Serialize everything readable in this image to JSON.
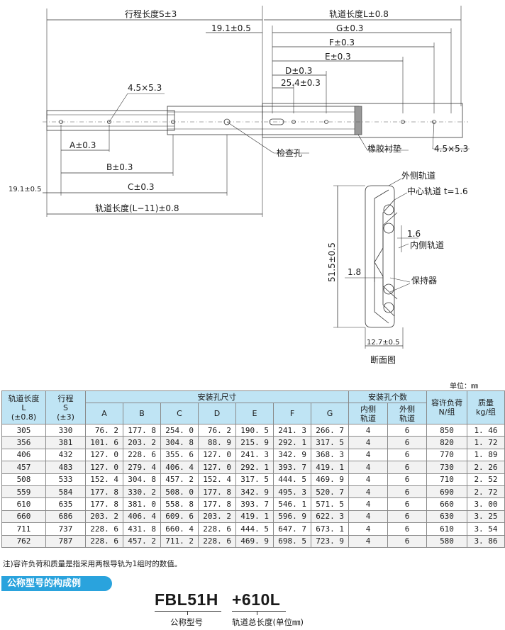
{
  "drawing": {
    "stroke_label": "行程长度S±3",
    "rail_length_label": "轨道长度L±0.8",
    "dim_19_1_top": "19.1±0.5",
    "dim_G": "G±0.3",
    "dim_F": "F±0.3",
    "dim_E": "E±0.3",
    "dim_D": "D±0.3",
    "dim_25_4": "25.4±0.3",
    "hole_label_left": "4.5×5.3",
    "hole_label_right": "4.5×5.3",
    "inspection_hole": "检查孔",
    "rubber_pad": "橡胶衬垫",
    "dim_A": "A±0.3",
    "dim_B": "B±0.3",
    "dim_19_1_left": "19.1±0.5",
    "dim_C": "C±0.3",
    "rail_length_minus": "轨道长度(L−11)±0.8",
    "outer_rail": "外侧轨道",
    "center_rail": "中心轨道  t=1.6",
    "dim_1_6": "1.6",
    "inner_rail": "内侧轨道",
    "dim_1_8": "1.8",
    "retainer": "保持器",
    "dim_51_5": "51.5±0.5",
    "dim_12_7": "12.7±0.5",
    "section_caption": "断面图"
  },
  "unit": "单位：㎜",
  "table": {
    "h_length": "轨道长度",
    "h_length_L": "L",
    "h_length_tol": "(±0.8)",
    "h_stroke": "行程",
    "h_stroke_S": "S",
    "h_stroke_tol": "(±3)",
    "h_holes": "安装孔尺寸",
    "h_count": "安装孔个数",
    "h_load": "容许负荷",
    "h_load_unit": "N/组",
    "h_mass": "质量",
    "h_mass_unit": "kg/组",
    "h_A": "A",
    "h_B": "B",
    "h_C": "C",
    "h_D": "D",
    "h_E": "E",
    "h_F": "F",
    "h_G": "G",
    "h_inner_1": "内侧",
    "h_inner_2": "轨道",
    "h_outer_1": "外侧",
    "h_outer_2": "轨道",
    "rows": [
      [
        "305",
        "330",
        "76. 2",
        "177. 8",
        "254. 0",
        "76. 2",
        "190. 5",
        "241. 3",
        "266. 7",
        "4",
        "6",
        "850",
        "1. 46"
      ],
      [
        "356",
        "381",
        "101. 6",
        "203. 2",
        "304. 8",
        "88. 9",
        "215. 9",
        "292. 1",
        "317. 5",
        "4",
        "6",
        "820",
        "1. 72"
      ],
      [
        "406",
        "432",
        "127. 0",
        "228. 6",
        "355. 6",
        "127. 0",
        "241. 3",
        "342. 9",
        "368. 3",
        "4",
        "6",
        "770",
        "1. 89"
      ],
      [
        "457",
        "483",
        "127. 0",
        "279. 4",
        "406. 4",
        "127. 0",
        "292. 1",
        "393. 7",
        "419. 1",
        "4",
        "6",
        "730",
        "2. 26"
      ],
      [
        "508",
        "533",
        "152. 4",
        "304. 8",
        "457. 2",
        "152. 4",
        "317. 5",
        "444. 5",
        "469. 9",
        "4",
        "6",
        "710",
        "2. 52"
      ],
      [
        "559",
        "584",
        "177. 8",
        "330. 2",
        "508. 0",
        "177. 8",
        "342. 9",
        "495. 3",
        "520. 7",
        "4",
        "6",
        "690",
        "2. 72"
      ],
      [
        "610",
        "635",
        "177. 8",
        "381. 0",
        "558. 8",
        "177. 8",
        "393. 7",
        "546. 1",
        "571. 5",
        "4",
        "6",
        "660",
        "3. 00"
      ],
      [
        "660",
        "686",
        "203. 2",
        "406. 4",
        "609. 6",
        "203. 2",
        "419. 1",
        "596. 9",
        "622. 3",
        "4",
        "6",
        "630",
        "3. 25"
      ],
      [
        "711",
        "737",
        "228. 6",
        "431. 8",
        "660. 4",
        "228. 6",
        "444. 5",
        "647. 7",
        "673. 1",
        "4",
        "6",
        "610",
        "3. 54"
      ],
      [
        "762",
        "787",
        "228. 6",
        "457. 2",
        "711. 2",
        "228. 6",
        "469. 9",
        "698. 5",
        "723. 9",
        "4",
        "6",
        "580",
        "3. 86"
      ]
    ]
  },
  "note": "注)容许负荷和质量是指采用两根导轨为1组时的数值。",
  "example": {
    "banner": "公称型号的构成例",
    "model": "FBL51H",
    "suffix": "+610L",
    "model_caption": "公称型号",
    "suffix_caption": "轨道总长度(单位㎜)"
  },
  "colors": {
    "header_bg": "#bfe4f4",
    "banner_bg": "#2aa3dd"
  }
}
